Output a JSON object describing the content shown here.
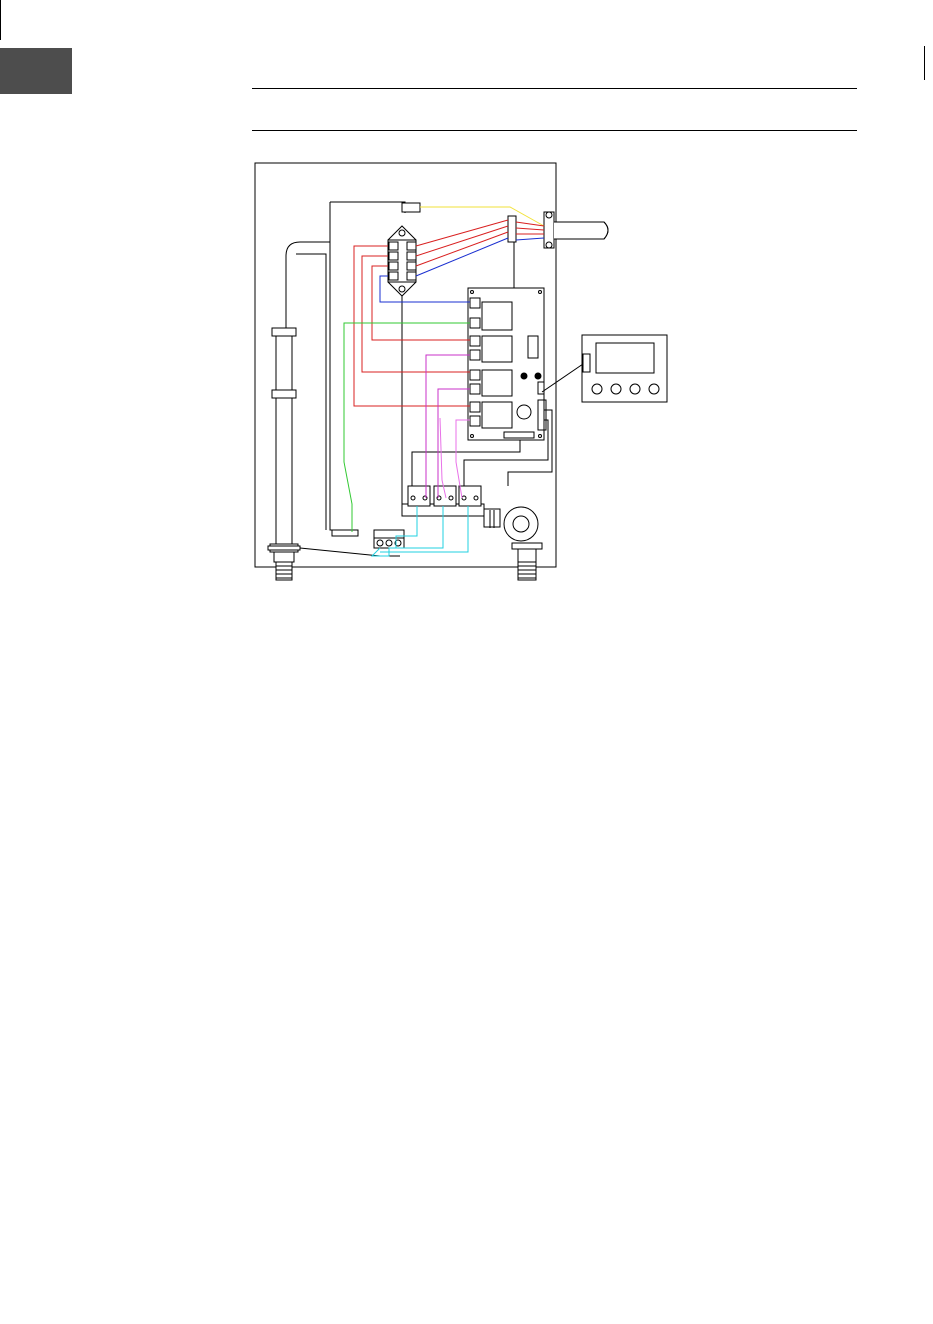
{
  "page": {
    "section_tab_color": "#4d4d4d",
    "header_text": ""
  },
  "diagram": {
    "description_free": true,
    "wire_colors": {
      "red": "#d92020",
      "blue": "#1a2fd0",
      "yellow": "#f2e23a",
      "green": "#32c832",
      "magenta": "#c832c8",
      "pink": "#e872e8",
      "cyan": "#22d0e0",
      "black": "#000000"
    },
    "control_panel": {
      "button_count": 4
    },
    "heating_elements": 3,
    "relays": 4
  }
}
